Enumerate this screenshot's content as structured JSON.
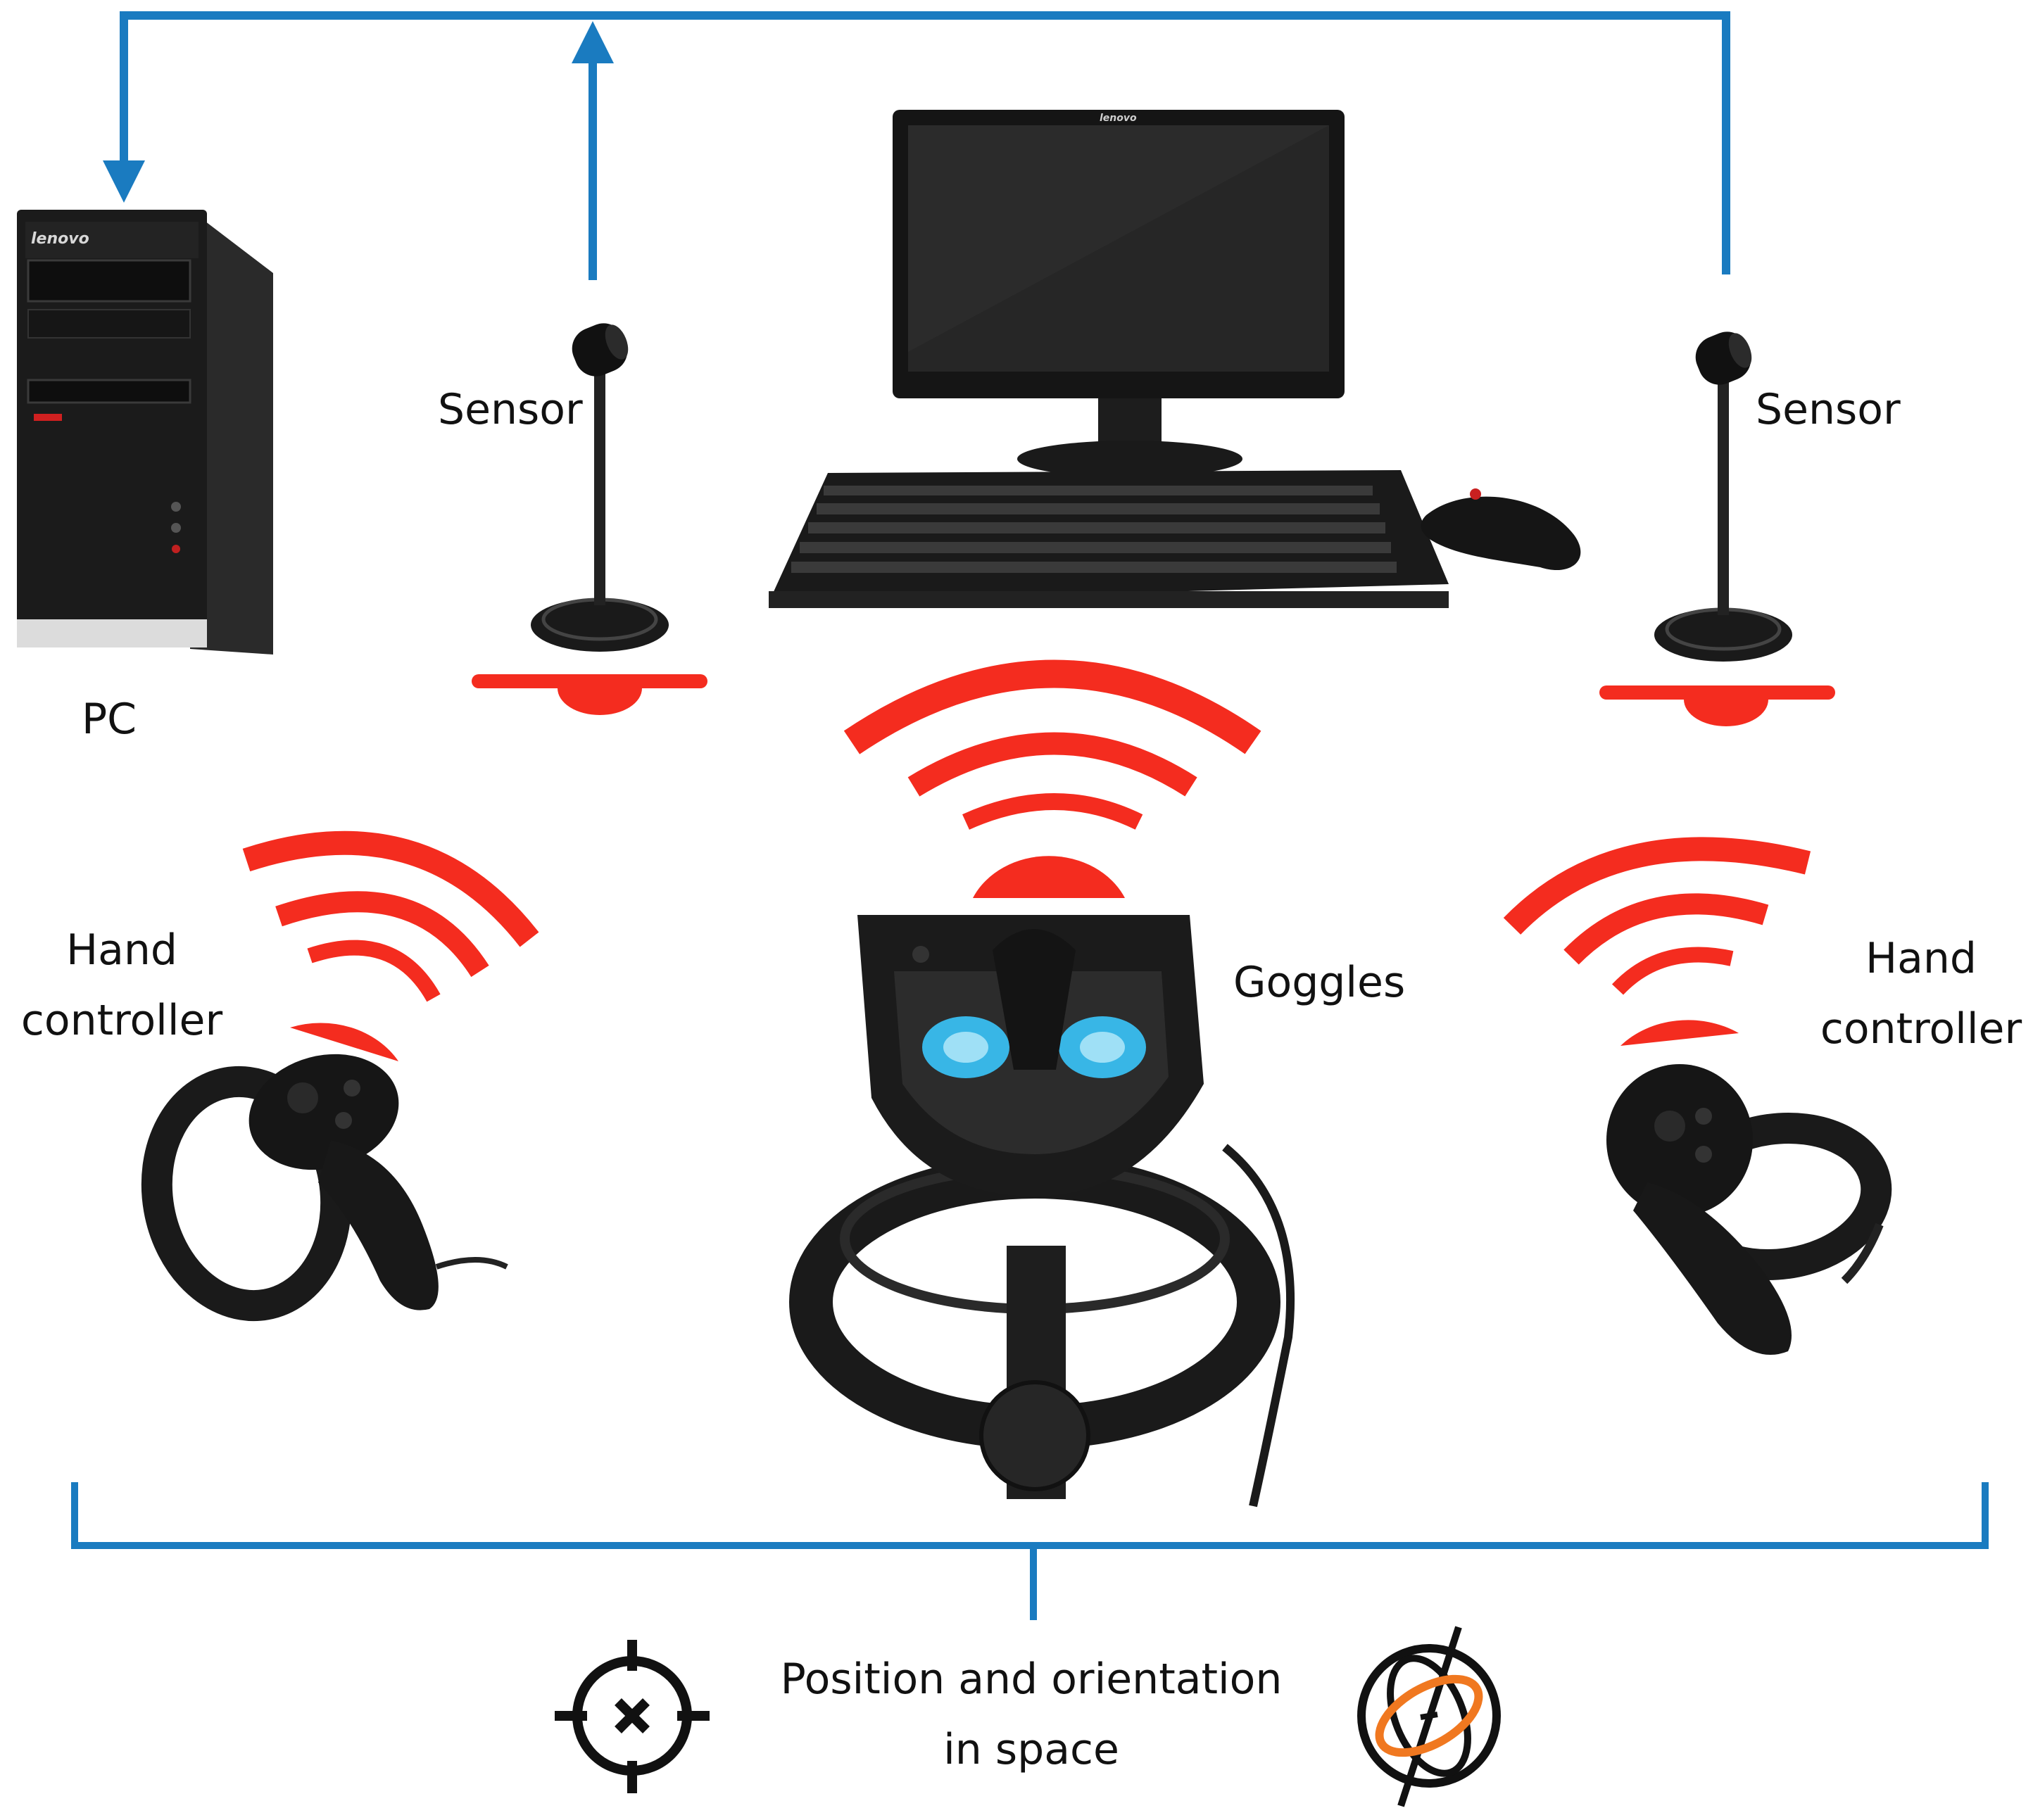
{
  "labels": {
    "pc": "PC",
    "sensor_left": "Sensor",
    "sensor_right": "Sensor",
    "goggles": "Goggles",
    "hand_left_line1": "Hand",
    "hand_left_line2": "controller",
    "hand_right_line1": "Hand",
    "hand_right_line2": "controller",
    "caption_line1": "Position and orientation",
    "caption_line2": "in space"
  },
  "branding": {
    "pc_logo": "lenovo",
    "monitor_logo": "lenovo"
  },
  "colors": {
    "connection_line": "#1a7bc0",
    "signal": "#f42c1f",
    "device": "#1c1c1c",
    "lens": "#38b6e6",
    "orientation_ring": "#f07820"
  },
  "icons": {
    "position": "crosshair-icon",
    "orientation": "gyroscope-icon"
  }
}
